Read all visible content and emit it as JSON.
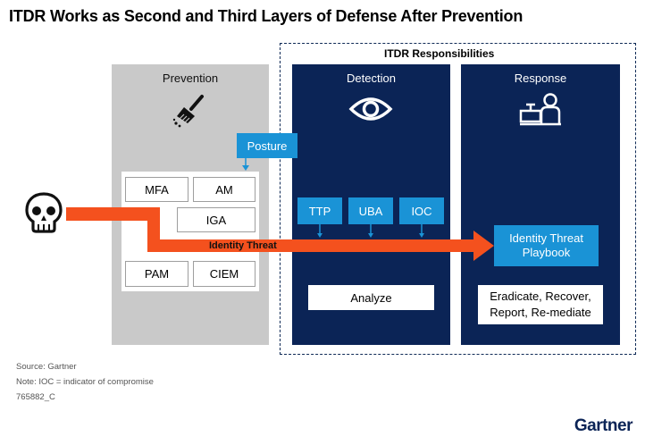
{
  "title": "ITDR Works as Second and Third Layers of Defense After Prevention",
  "prevention": {
    "title": "Prevention",
    "icon": "broom-icon",
    "posture_label": "Posture",
    "controls": [
      "MFA",
      "AM",
      "IGA",
      "PAM",
      "CIEM"
    ]
  },
  "itdr": {
    "label": "ITDR Responsibilities",
    "detection": {
      "title": "Detection",
      "icon": "eye-icon",
      "signals": [
        "TTP",
        "UBA",
        "IOC"
      ],
      "analyze_label": "Analyze"
    },
    "response": {
      "title": "Response",
      "icon": "responder-icon",
      "playbook_label": [
        "Identity Threat",
        "Playbook"
      ],
      "actions_label": [
        "Eradicate, Recover,",
        "Report, Re-mediate"
      ]
    }
  },
  "threat": {
    "icon": "skull-icon",
    "label": "Identity Threat"
  },
  "footer": {
    "source": "Source: Gartner",
    "note": "Note: IOC = indicator of compromise",
    "id": "765882_C",
    "brand": "Gartner"
  },
  "colors": {
    "navy": "#0b2456",
    "blue": "#1a93d6",
    "orange": "#f4511e",
    "gray": "#c9c9c9"
  }
}
